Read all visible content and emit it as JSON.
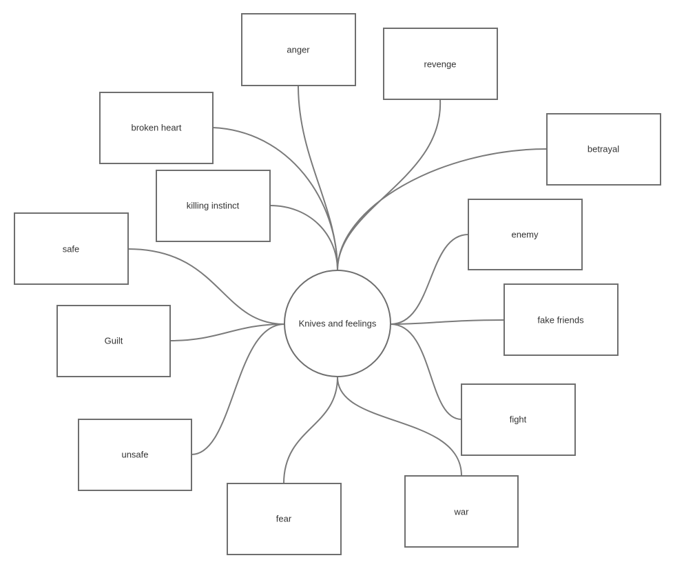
{
  "diagram": {
    "center": {
      "id": "center",
      "label": "Knives and feelings"
    },
    "nodes": [
      {
        "id": "anger",
        "label": "anger"
      },
      {
        "id": "revenge",
        "label": "revenge"
      },
      {
        "id": "broken-heart",
        "label": "broken heart"
      },
      {
        "id": "betrayal",
        "label": "betrayal"
      },
      {
        "id": "killing-instinct",
        "label": "killing instinct"
      },
      {
        "id": "safe",
        "label": "safe"
      },
      {
        "id": "enemy",
        "label": "enemy"
      },
      {
        "id": "fake-friends",
        "label": "fake friends"
      },
      {
        "id": "guilt",
        "label": "Guilt"
      },
      {
        "id": "fight",
        "label": "fight"
      },
      {
        "id": "unsafe",
        "label": "unsafe"
      },
      {
        "id": "war",
        "label": "war"
      },
      {
        "id": "fear",
        "label": "fear"
      }
    ],
    "edges": [
      {
        "from": "center",
        "to": "anger"
      },
      {
        "from": "center",
        "to": "revenge"
      },
      {
        "from": "center",
        "to": "broken-heart"
      },
      {
        "from": "center",
        "to": "betrayal"
      },
      {
        "from": "center",
        "to": "killing-instinct"
      },
      {
        "from": "center",
        "to": "safe"
      },
      {
        "from": "center",
        "to": "guilt"
      },
      {
        "from": "center",
        "to": "unsafe"
      },
      {
        "from": "center",
        "to": "enemy"
      },
      {
        "from": "center",
        "to": "fake-friends"
      },
      {
        "from": "center",
        "to": "fight"
      },
      {
        "from": "center",
        "to": "war"
      },
      {
        "from": "center",
        "to": "fear"
      }
    ]
  }
}
